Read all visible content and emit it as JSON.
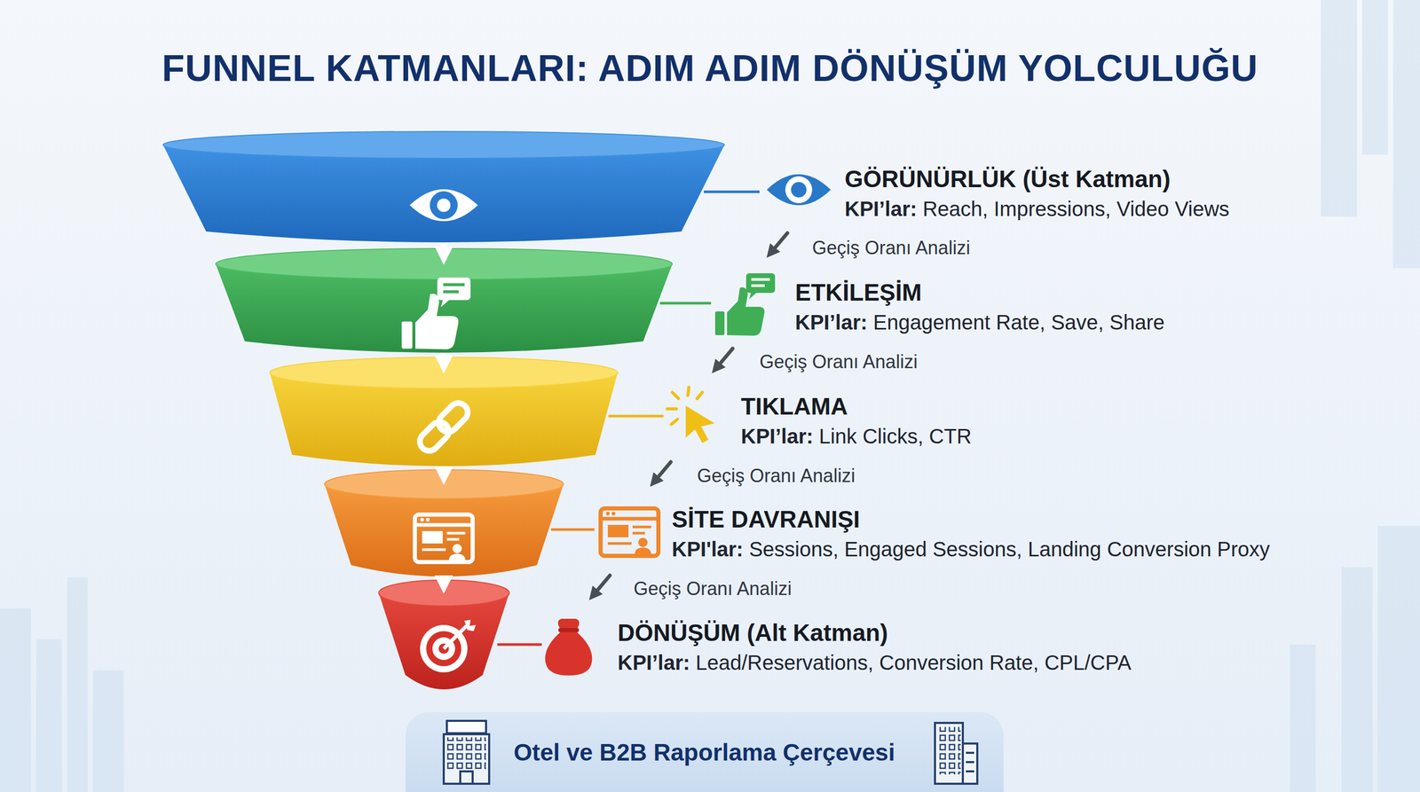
{
  "diagram": {
    "title": "FUNNEL KATMANLARI: ADIM ADIM DÖNÜŞÜM YOLCULUĞU",
    "nodes": [
      {
        "text": [
          "GÖRÜNÜRLÜK (Üst Katman)",
          "KPI’lar:",
          "Reach, Impressions, Video Views"
        ]
      },
      {
        "text": [
          "ETKİLEŞİM",
          "KPI’lar:",
          "Engagement Rate, Save, Share"
        ]
      },
      {
        "text": [
          "TIKLAMA",
          "KPI’lar:",
          "Link Clicks, CTR"
        ]
      },
      {
        "text": [
          "SİTE DAVRANIŞI",
          "KPI'lar:",
          "Sessions, Engaged Sessions, Landing Conversion Proxy"
        ]
      },
      {
        "text": [
          "DÖNÜŞÜM (Alt Katman)",
          "KPI’lar:",
          "Lead/Reservations, Conversion Rate, CPL/CPA"
        ]
      },
      {
        "text": [
          "Otel ve B2B Raporlama Çerçevesi"
        ]
      }
    ],
    "edges": [
      {
        "from": 0,
        "to": 1,
        "arrow": "to"
      },
      {
        "from": 1,
        "to": 2,
        "arrow": "to"
      },
      {
        "from": 2,
        "to": 3,
        "arrow": "to"
      },
      {
        "from": 3,
        "to": 4,
        "arrow": "to"
      }
    ],
    "labels": [
      "Geçiş Oranı Analizi",
      "Geçiş Oranı Analizi",
      "Geçiş Oranı Analizi",
      "Geçiş Oranı Analizi",
      "HOTEL",
      "$"
    ]
  }
}
